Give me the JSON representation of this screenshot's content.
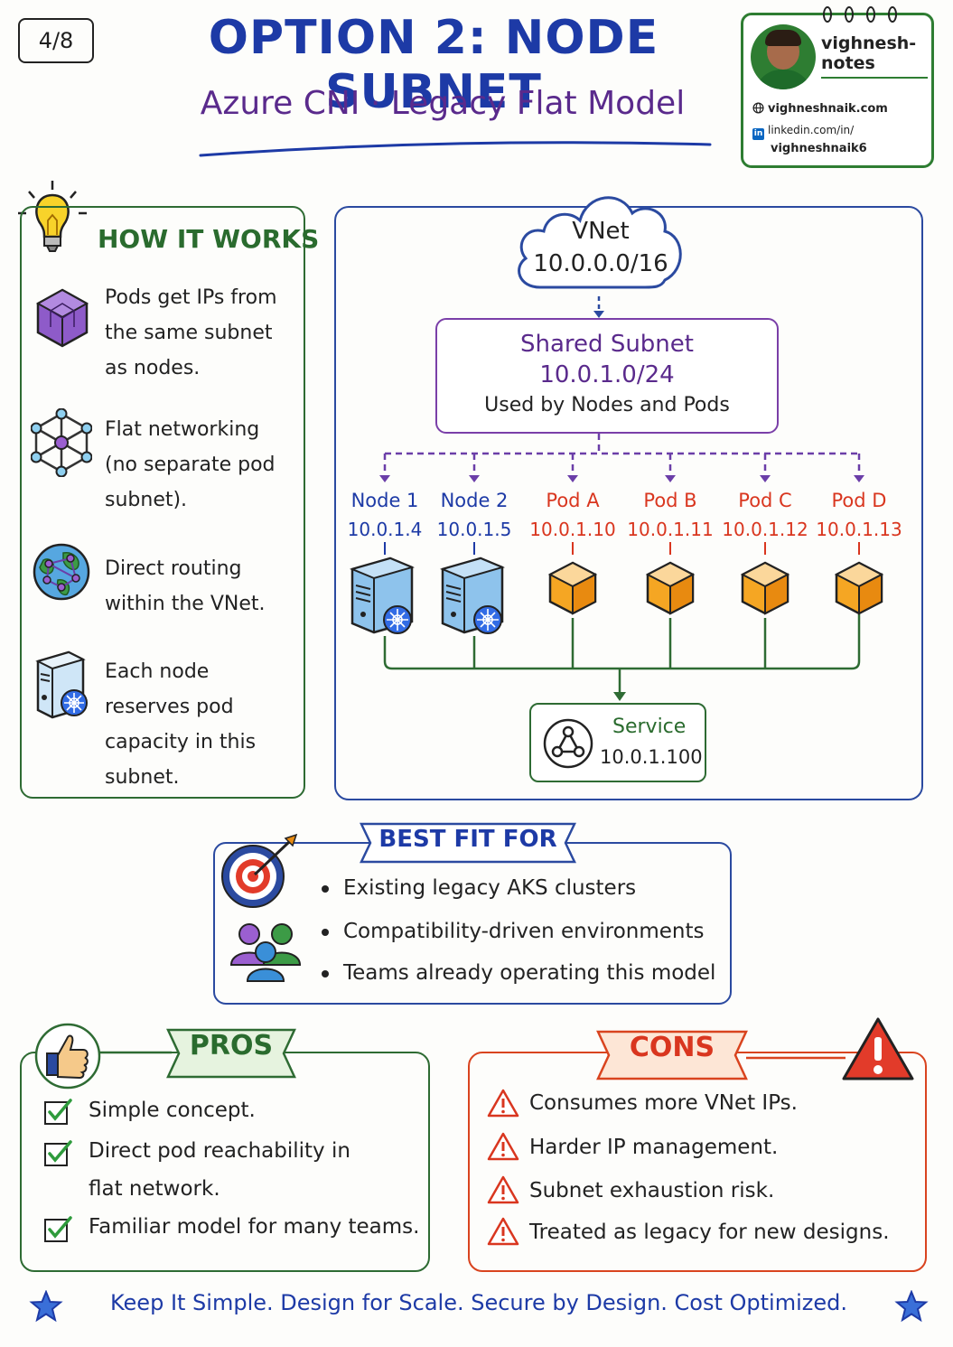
{
  "header": {
    "page_indicator": "4/8",
    "title": "OPTION 2: NODE SUBNET",
    "subtitle": "Azure CNI · Legacy Flat Model"
  },
  "author": {
    "brand": "vighnesh-notes",
    "website": "vighneshnaik.com",
    "linkedin_prefix": "linkedin.com/in/",
    "linkedin_handle": "vighneshnaik6"
  },
  "how_it_works": {
    "title": "HOW IT WORKS",
    "items": [
      {
        "icon": "cube-icon",
        "text": "Pods get IPs from the same subnet as nodes."
      },
      {
        "icon": "network-icon",
        "text": "Flat networking (no separate pod subnet)."
      },
      {
        "icon": "globe-icon",
        "text": "Direct routing within the VNet."
      },
      {
        "icon": "server-icon",
        "text": "Each node reserves pod capacity in this subnet."
      }
    ]
  },
  "diagram": {
    "vnet": {
      "name": "VNet",
      "cidr": "10.0.0.0/16"
    },
    "subnet": {
      "name": "Shared Subnet",
      "cidr": "10.0.1.0/24",
      "note": "Used by Nodes and Pods"
    },
    "nodes": [
      {
        "name": "Node 1",
        "ip": "10.0.1.4"
      },
      {
        "name": "Node 2",
        "ip": "10.0.1.5"
      }
    ],
    "pods": [
      {
        "name": "Pod A",
        "ip": "10.0.1.10"
      },
      {
        "name": "Pod B",
        "ip": "10.0.1.11"
      },
      {
        "name": "Pod C",
        "ip": "10.0.1.12"
      },
      {
        "name": "Pod D",
        "ip": "10.0.1.13"
      }
    ],
    "service": {
      "name": "Service",
      "ip": "10.0.1.100"
    }
  },
  "best_fit": {
    "title": "BEST FIT FOR",
    "items": [
      "Existing legacy AKS clusters",
      "Compatibility-driven environments",
      "Teams already operating this model"
    ]
  },
  "pros": {
    "title": "PROS",
    "items": [
      "Simple concept.",
      "Direct pod reachability in flat network.",
      "Familiar model for many teams."
    ]
  },
  "cons": {
    "title": "CONS",
    "items": [
      "Consumes more VNet IPs.",
      "Harder IP management.",
      "Subnet exhaustion risk.",
      "Treated as legacy for new designs."
    ]
  },
  "footer": {
    "tagline": "Keep It Simple.  Design for Scale.  Secure by Design.  Cost Optimized."
  },
  "colors": {
    "title_blue": "#1d3aa6",
    "subtitle_purple": "#5a2a8c",
    "green": "#2e6b33",
    "pod_orange": "#f5a623",
    "cons_red": "#d9361f",
    "node_blue": "#8ec3ec"
  }
}
